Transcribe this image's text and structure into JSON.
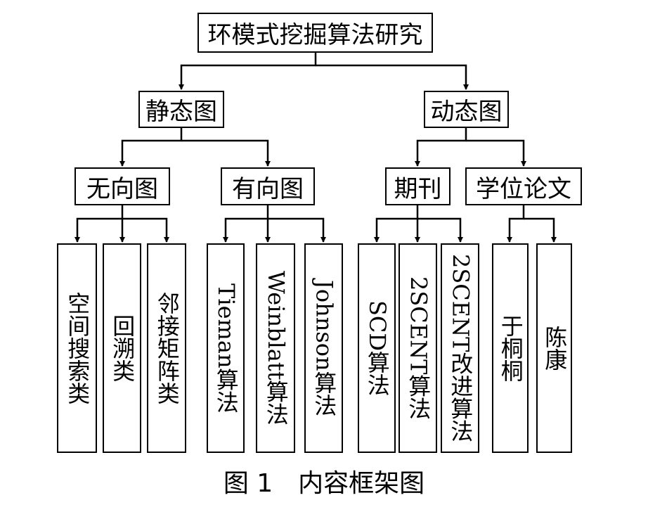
{
  "root": "环模式挖掘算法研究",
  "level1": {
    "left": "静态图",
    "right": "动态图"
  },
  "level2": {
    "undirected": "无向图",
    "directed": "有向图",
    "journal": "期刊",
    "thesis": "学位论文"
  },
  "leaves": {
    "undirected": [
      "空间搜索类",
      "回溯类",
      "邻接矩阵类"
    ],
    "directed": [
      "Tieman算法",
      "Weinblatt算法",
      "Johnson算法"
    ],
    "journal": [
      "SCD算法",
      "2SCENT算法",
      "2SCENT改进算法"
    ],
    "thesis": [
      "于桐桐",
      "陈康"
    ]
  },
  "caption": "图 1　内容框架图"
}
